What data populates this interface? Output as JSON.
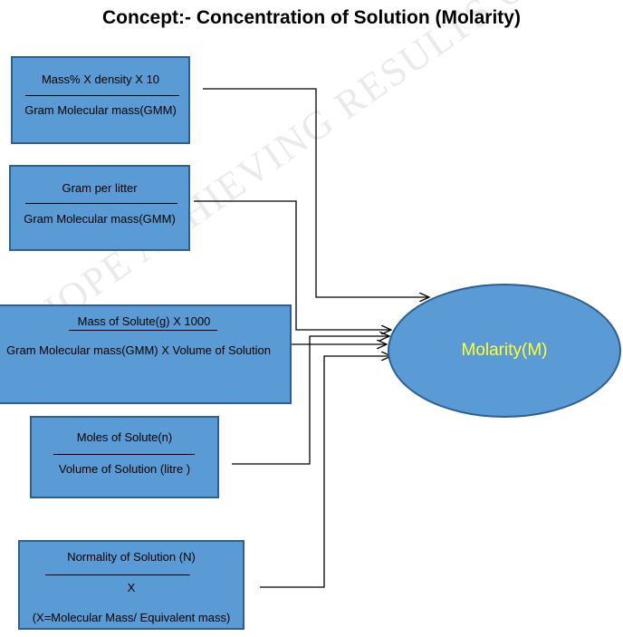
{
  "title": "Concept:- Concentration of Solution (Molarity)",
  "colors": {
    "box_fill": "#5b9bd5",
    "box_border": "#2e5f8f",
    "center_text": "#ffff33"
  },
  "center": {
    "label": "Molarity(M)"
  },
  "boxes": [
    {
      "numerator": "Mass% X density X 10",
      "denominator": "Gram Molecular mass(GMM)"
    },
    {
      "numerator": "Gram per litter",
      "denominator": "Gram Molecular mass(GMM)"
    },
    {
      "numerator": "Mass of Solute(g) X 1000",
      "denominator": "Gram Molecular mass(GMM) X Volume of Solution"
    },
    {
      "numerator": "Moles of Solute(n)",
      "denominator": "Volume of Solution (litre )"
    },
    {
      "numerator": "Normality of Solution (N)",
      "denominator": "X",
      "note": "(X=Molecular Mass/ Equivalent mass)"
    }
  ],
  "watermark": "HOPE ACHIEVING RESULTS OF CLASS X"
}
